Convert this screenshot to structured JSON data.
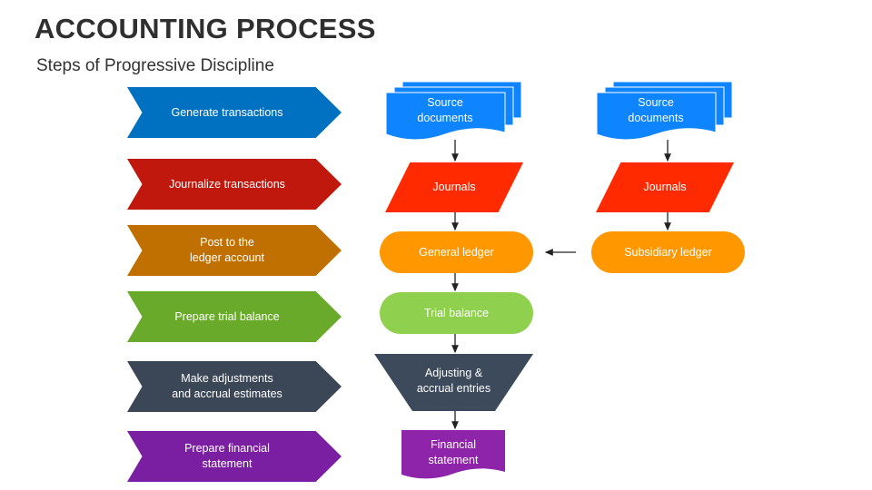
{
  "header": {
    "title": "ACCOUNTING PROCESS",
    "subtitle": "Steps of Progressive Discipline"
  },
  "steps": [
    {
      "label": "Generate transactions",
      "color": "#0070c0"
    },
    {
      "label": "Journalize transactions",
      "color": "#c0180c"
    },
    {
      "label": "Post to the\nledger account",
      "color": "#c07000"
    },
    {
      "label": "Prepare trial balance",
      "color": "#6aaa2a"
    },
    {
      "label": "Make adjustments\nand accrual estimates",
      "color": "#3b4656"
    },
    {
      "label": "Prepare financial\nstatement",
      "color": "#7b1fa2"
    }
  ],
  "flow": {
    "source_left": "Source\ndocuments",
    "journals_left": "Journals",
    "general_ledger": "General ledger",
    "trial_balance": "Trial balance",
    "adjusting": "Adjusting &\naccrual entries",
    "financial_statement": "Financial\nstatement",
    "source_right": "Source\ndocuments",
    "journals_right": "Journals",
    "subsidiary_ledger": "Subsidiary ledger"
  },
  "colors": {
    "source": "#0f84ff",
    "journals": "#ff2a00",
    "ledger": "#ff9800",
    "trial": "#8fd14f",
    "adjusting": "#3d4a5c",
    "financial": "#8e24aa",
    "connector": "#222222"
  }
}
